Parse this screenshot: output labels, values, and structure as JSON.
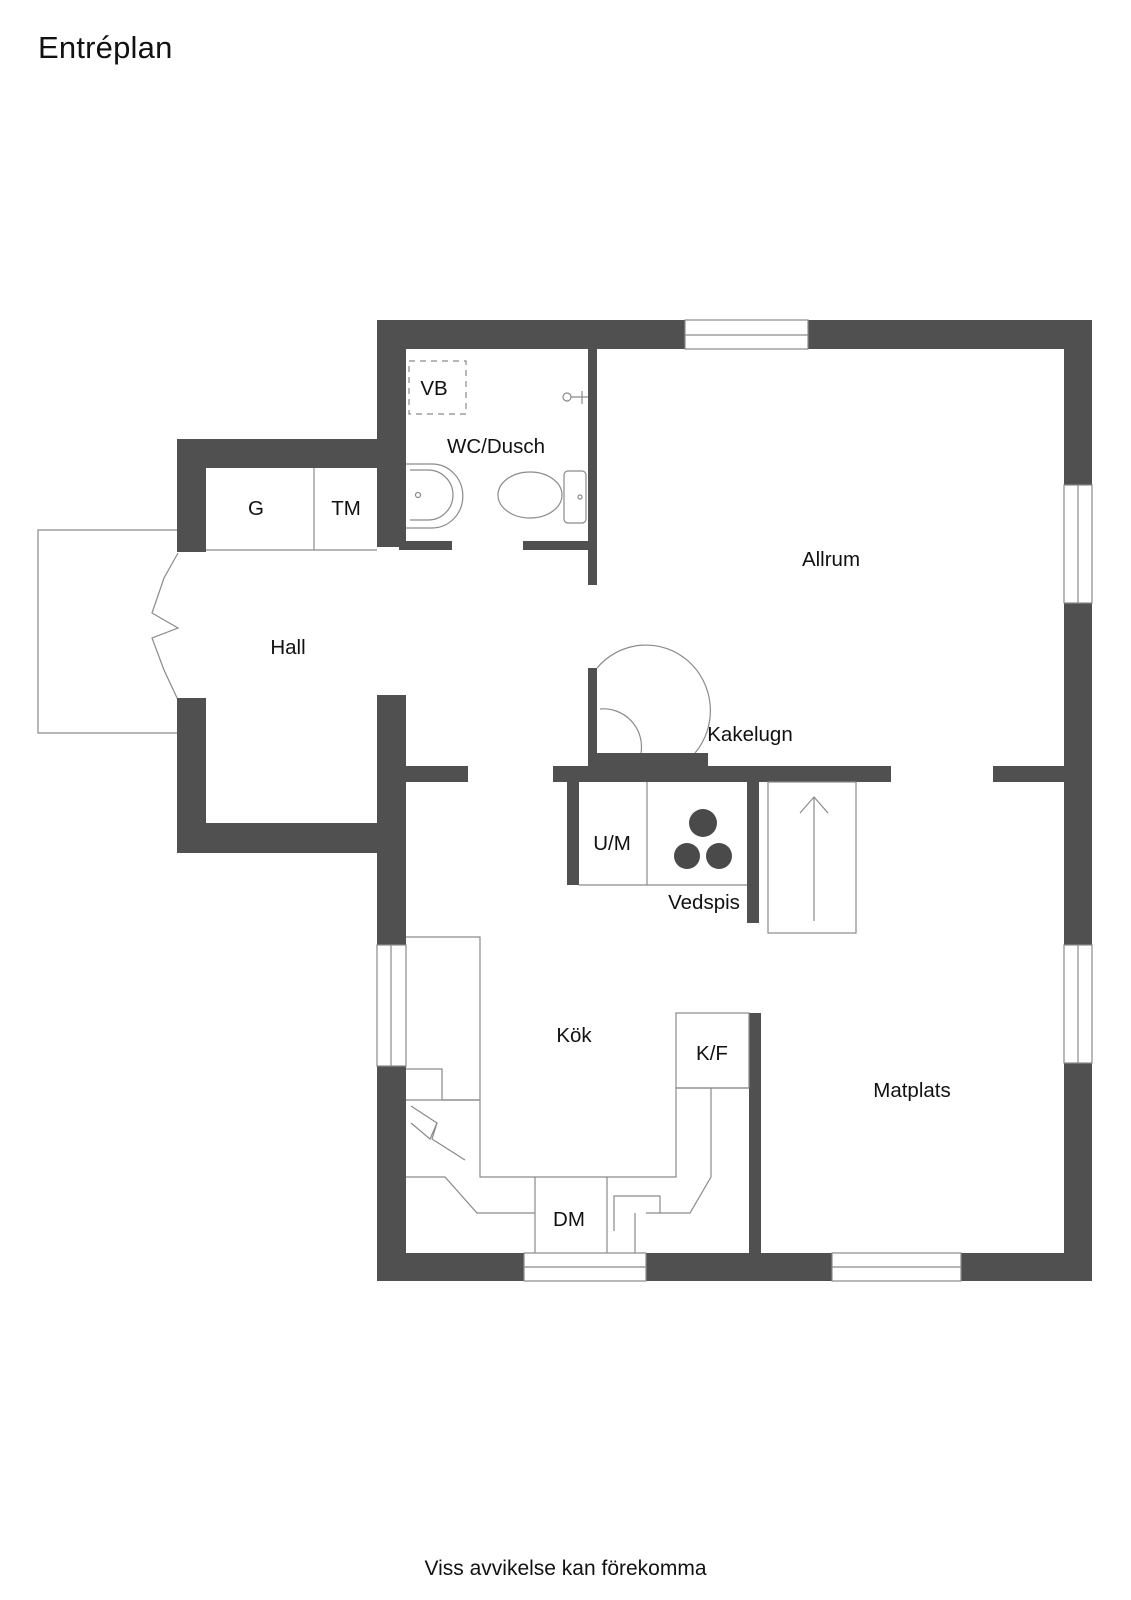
{
  "title": "Entréplan",
  "footer": "Viss avvikelse kan förekomma",
  "rooms": {
    "vb": "VB",
    "wc": "WC/Dusch",
    "g": "G",
    "tm": "TM",
    "hall": "Hall",
    "allrum": "Allrum",
    "kakelugn": "Kakelugn",
    "um": "U/M",
    "vedspis": "Vedspis",
    "kok": "Kök",
    "kf": "K/F",
    "matplats": "Matplats",
    "dm": "DM"
  },
  "colors": {
    "wall": "#505050",
    "line": "#8a8a8a",
    "background": "#ffffff"
  }
}
